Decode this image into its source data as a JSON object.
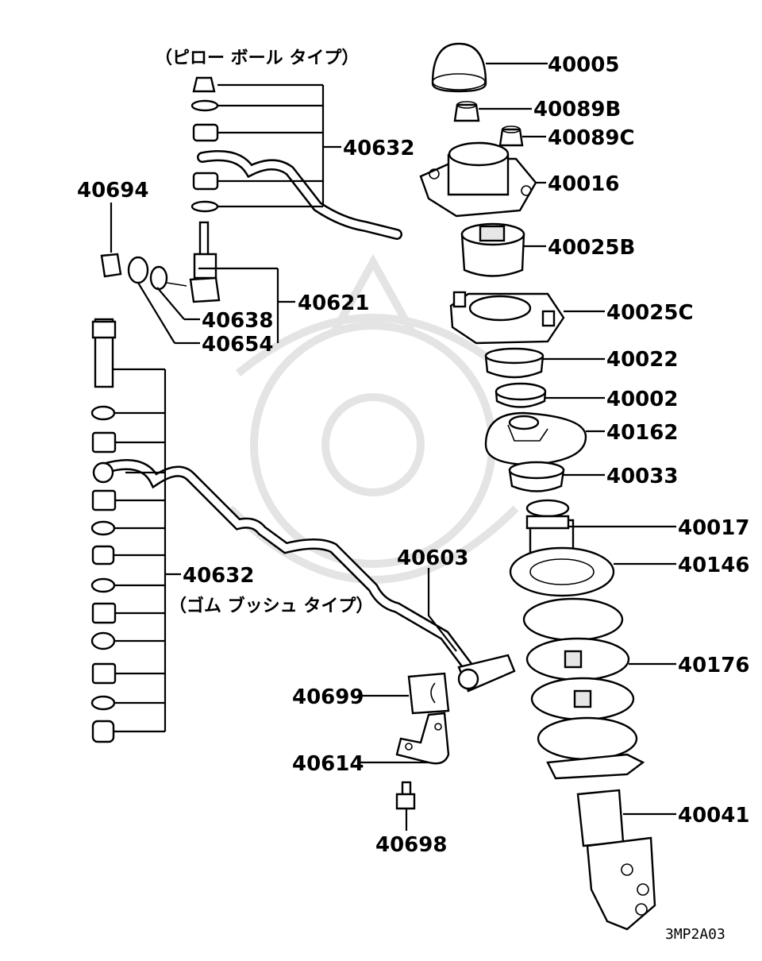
{
  "header_left": "（ピロー ボール タイプ）",
  "header_bottom": "（ゴム ブッシュ タイプ）",
  "diagram_id": "3MP2A03",
  "labels": {
    "p40005": "40005",
    "p40089b": "40089B",
    "p40089c": "40089C",
    "p40016": "40016",
    "p40025b": "40025B",
    "p40025c": "40025C",
    "p40022": "40022",
    "p40002": "40002",
    "p40162": "40162",
    "p40033": "40033",
    "p40017": "40017",
    "p40146": "40146",
    "p40176": "40176",
    "p40041": "40041",
    "p40632_top": "40632",
    "p40694": "40694",
    "p40621": "40621",
    "p40638": "40638",
    "p40654": "40654",
    "p40632_bottom": "40632",
    "p40603": "40603",
    "p40699": "40699",
    "p40614": "40614",
    "p40698": "40698"
  }
}
